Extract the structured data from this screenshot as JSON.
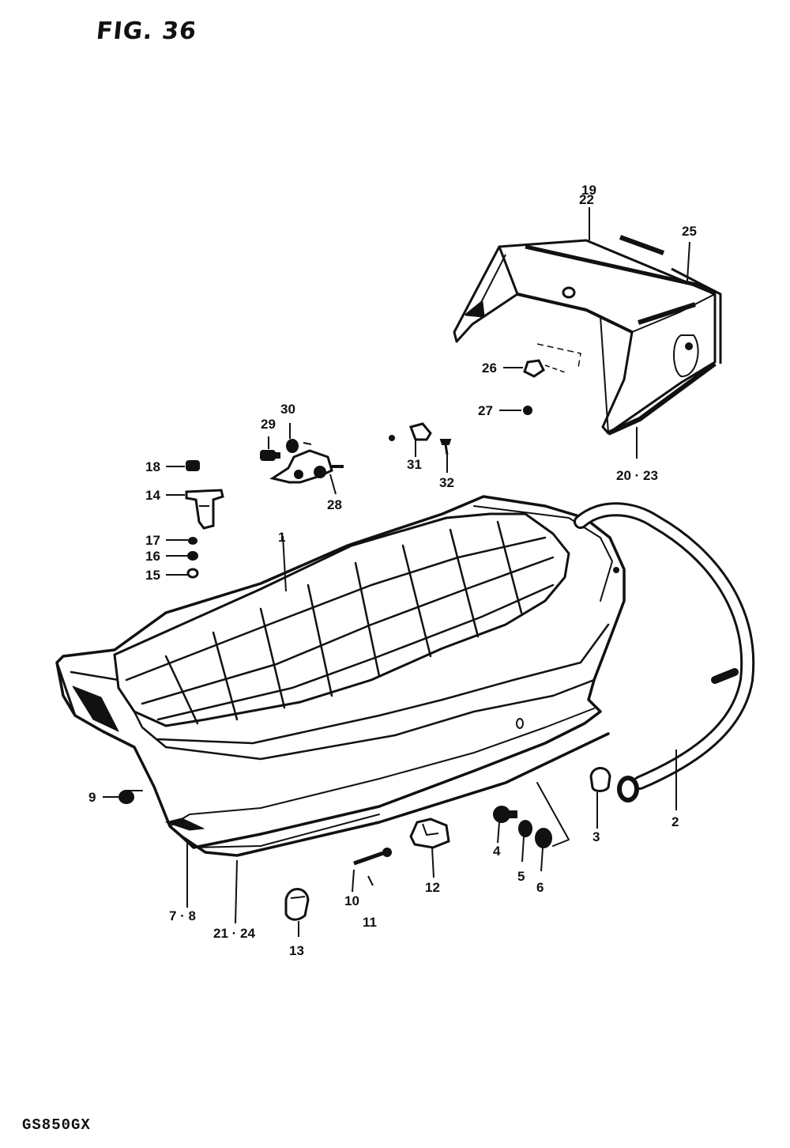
{
  "figure": {
    "title": "FIG. 36",
    "model": "GS850GX"
  },
  "callouts": [
    {
      "id": "c1",
      "label": "1"
    },
    {
      "id": "c2",
      "label": "2"
    },
    {
      "id": "c3",
      "label": "3"
    },
    {
      "id": "c4",
      "label": "4"
    },
    {
      "id": "c5",
      "label": "5"
    },
    {
      "id": "c6",
      "label": "6"
    },
    {
      "id": "c7",
      "label": "7 · 8"
    },
    {
      "id": "c9",
      "label": "9"
    },
    {
      "id": "c10",
      "label": "10"
    },
    {
      "id": "c11",
      "label": "11"
    },
    {
      "id": "c12",
      "label": "12"
    },
    {
      "id": "c13",
      "label": "13"
    },
    {
      "id": "c14",
      "label": "14"
    },
    {
      "id": "c15",
      "label": "15"
    },
    {
      "id": "c16",
      "label": "16"
    },
    {
      "id": "c17",
      "label": "17"
    },
    {
      "id": "c18",
      "label": "18"
    },
    {
      "id": "c19",
      "label": "19"
    },
    {
      "id": "c22",
      "label": "22"
    },
    {
      "id": "c20",
      "label": "20 · 23"
    },
    {
      "id": "c21",
      "label": "21 · 24"
    },
    {
      "id": "c25",
      "label": "25"
    },
    {
      "id": "c26",
      "label": "26"
    },
    {
      "id": "c27",
      "label": "27"
    },
    {
      "id": "c28",
      "label": "28"
    },
    {
      "id": "c29",
      "label": "29"
    },
    {
      "id": "c30",
      "label": "30"
    },
    {
      "id": "c31",
      "label": "31"
    },
    {
      "id": "c32",
      "label": "32"
    }
  ]
}
